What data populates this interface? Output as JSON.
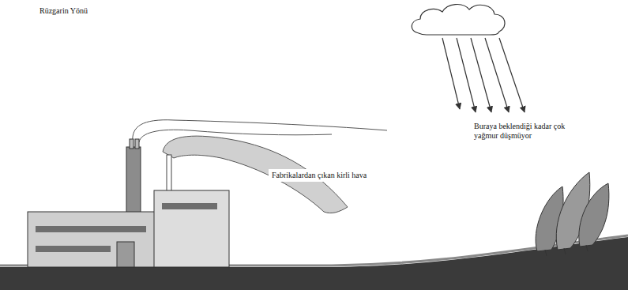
{
  "diagram": {
    "labels": [
      "Rüzgarin Yönü",
      "Fabrikalardan çıkan kirli hava",
      "Buraya beklendiği kadar çok yağmur düşmüyor"
    ]
  }
}
